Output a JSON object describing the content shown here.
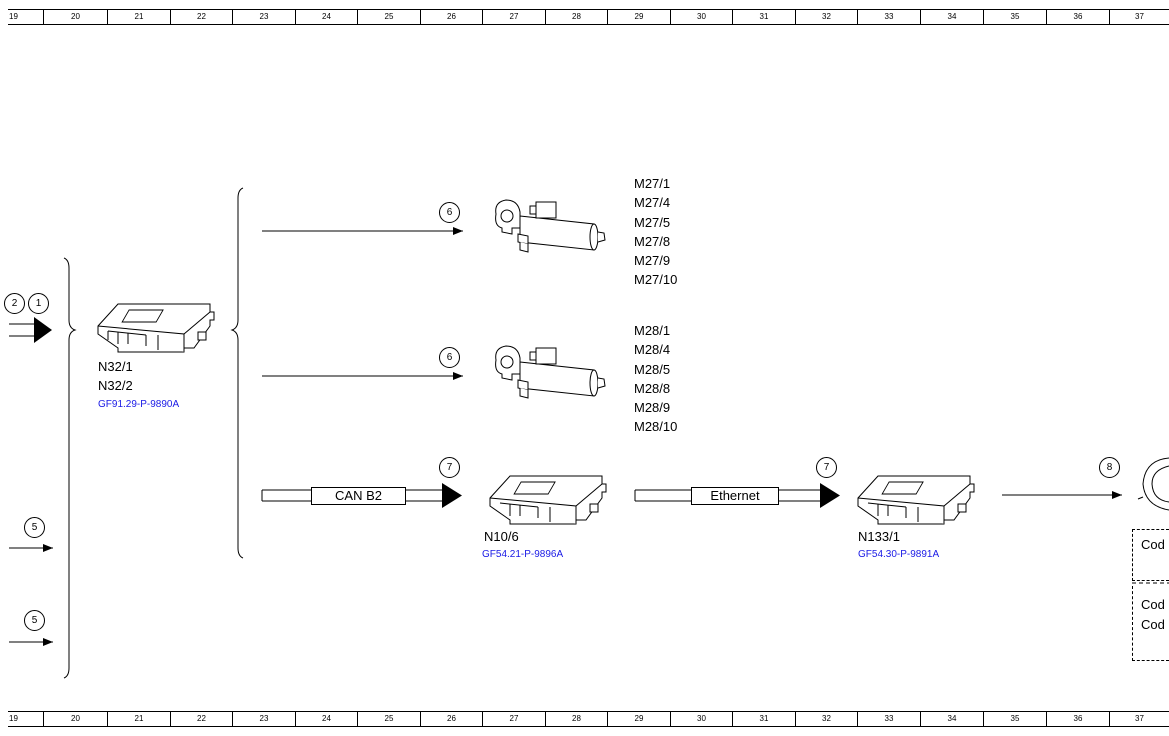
{
  "ruler": {
    "numbers": [
      "19",
      "20",
      "21",
      "22",
      "23",
      "24",
      "25",
      "26",
      "27",
      "28",
      "29",
      "30",
      "31",
      "32",
      "33",
      "34",
      "35",
      "36",
      "37"
    ]
  },
  "bubbles": {
    "b2": "2",
    "b1": "1",
    "b6a": "6",
    "b6b": "6",
    "b7a": "7",
    "b7b": "7",
    "b8": "8",
    "b5a": "5",
    "b5b": "5"
  },
  "modules": {
    "n32": {
      "line1": "N32/1",
      "line2": "N32/2",
      "ref": "GF91.29-P-9890A"
    },
    "n10": {
      "line1": "N10/6",
      "ref": "GF54.21-P-9896A"
    },
    "n133": {
      "line1": "N133/1",
      "ref": "GF54.30-P-9891A"
    }
  },
  "motors": {
    "m27": [
      "M27/1",
      "M27/4",
      "M27/5",
      "M27/8",
      "M27/9",
      "M27/10"
    ],
    "m28": [
      "M28/1",
      "M28/4",
      "M28/5",
      "M28/8",
      "M28/9",
      "M28/10"
    ]
  },
  "buses": {
    "can": "CAN B2",
    "ethernet": "Ethernet"
  },
  "right_boxes": {
    "box1": [
      "Cod"
    ],
    "box2": [
      "Cod",
      "Cod"
    ]
  }
}
